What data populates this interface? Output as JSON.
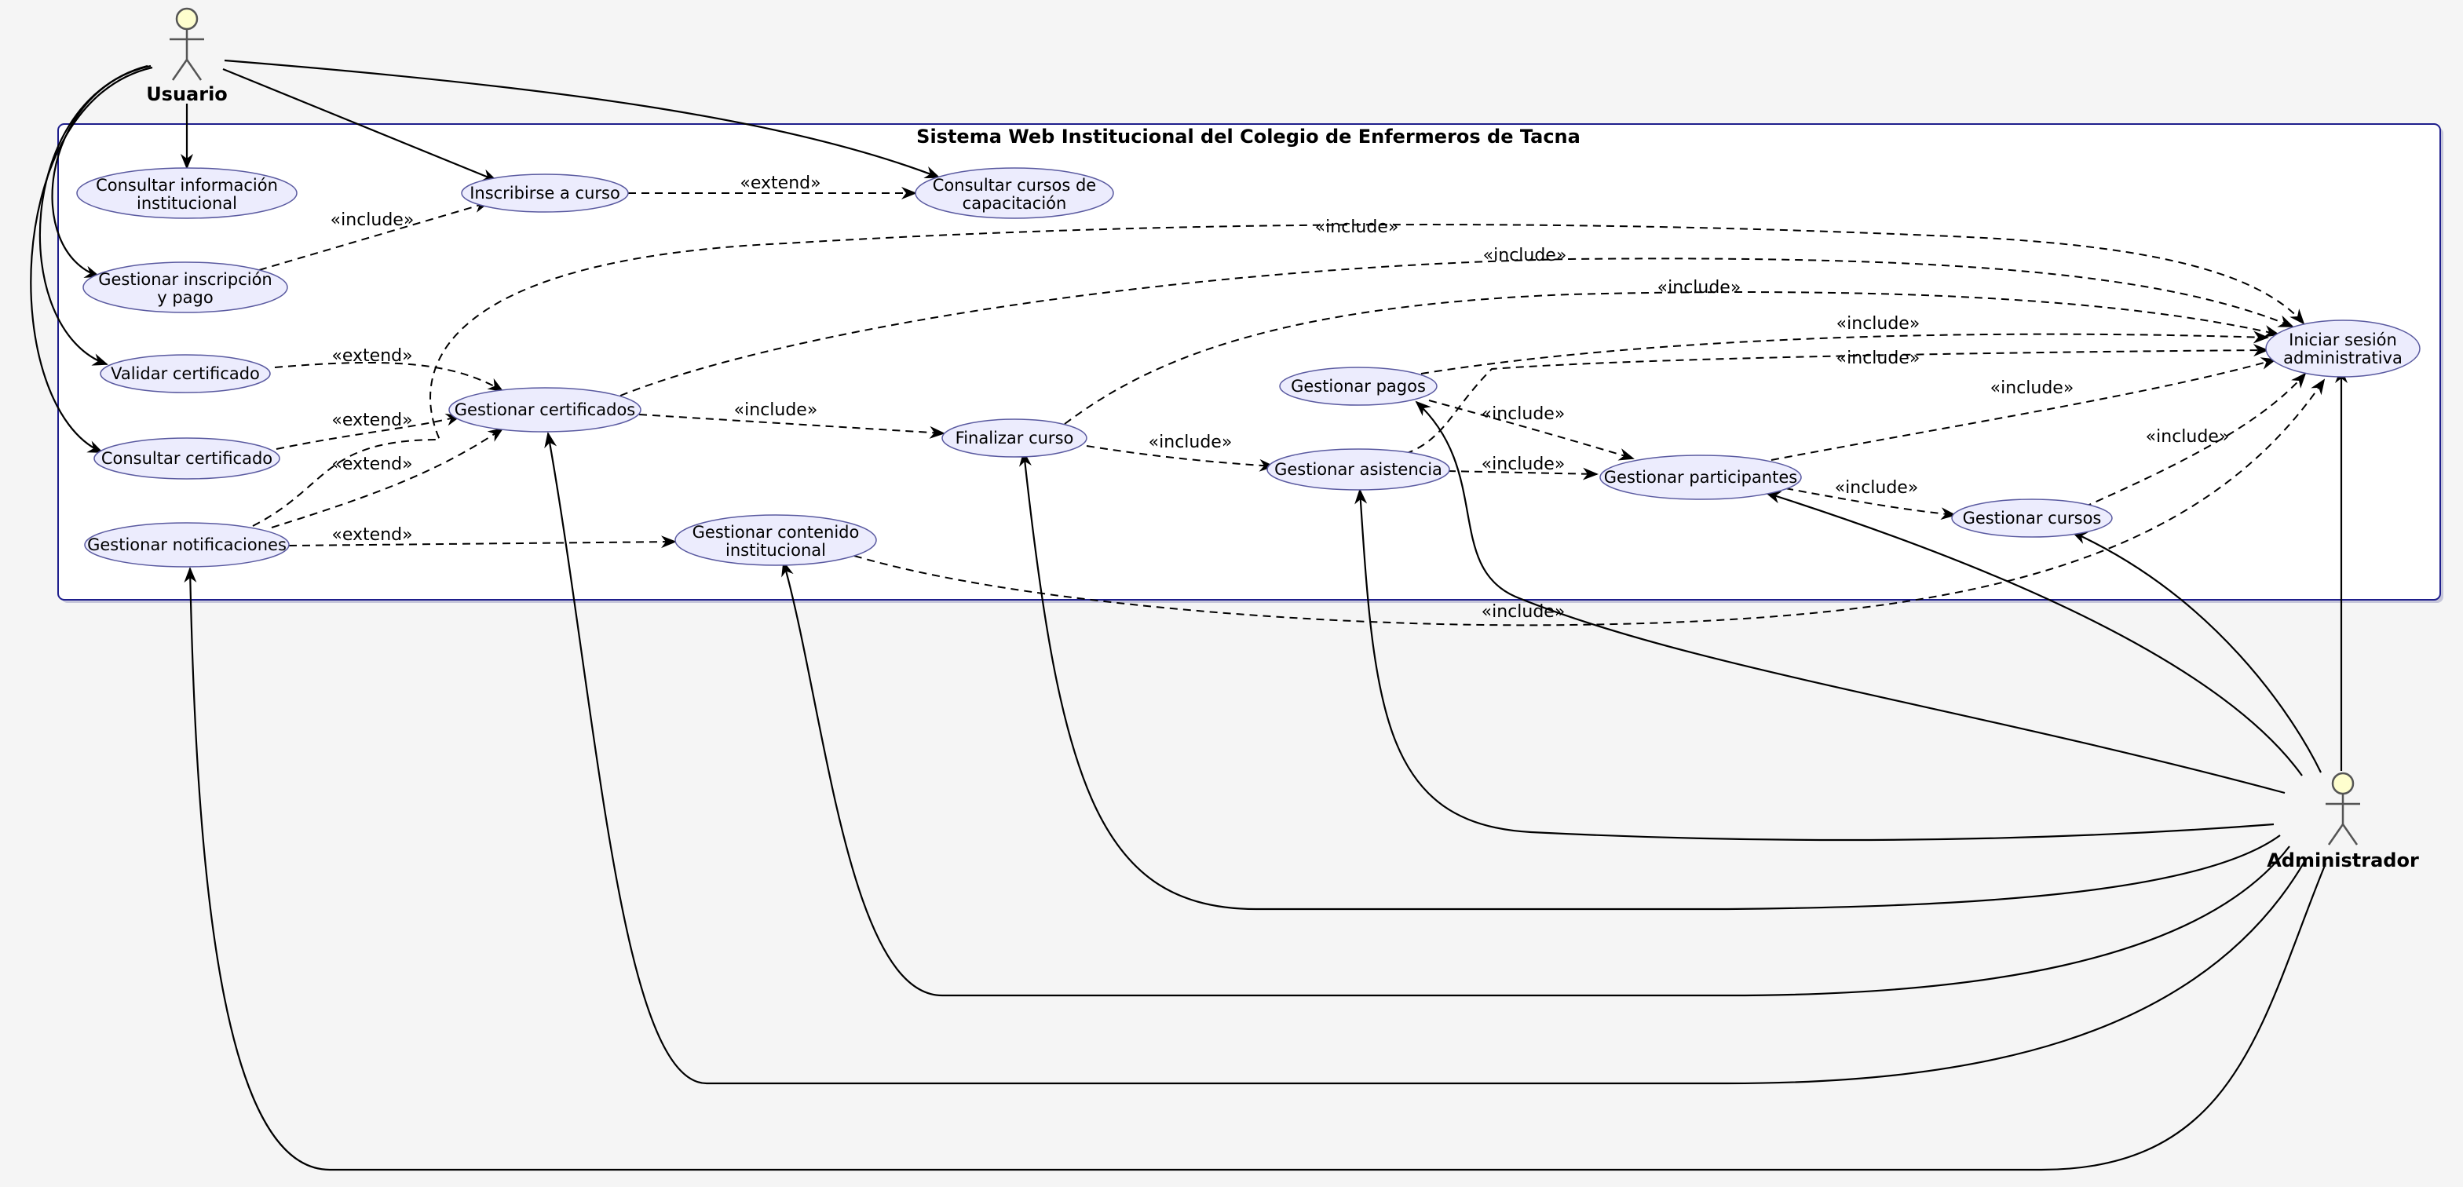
{
  "system": {
    "title": "Sistema Web Institucional del Colegio de Enfermeros de Tacna"
  },
  "actors": {
    "usuario": "Usuario",
    "administrador": "Administrador"
  },
  "use_cases": {
    "consultar_info": [
      "Consultar información",
      "institucional"
    ],
    "inscribirse": [
      "Inscribirse a curso"
    ],
    "consultar_cursos": [
      "Consultar cursos de",
      "capacitación"
    ],
    "gestionar_inscripcion": [
      "Gestionar inscripción",
      "y pago"
    ],
    "validar_certificado": [
      "Validar certificado"
    ],
    "consultar_certificado": [
      "Consultar certificado"
    ],
    "gestionar_certificados": [
      "Gestionar certificados"
    ],
    "gestionar_notificaciones": [
      "Gestionar notificaciones"
    ],
    "gestionar_contenido": [
      "Gestionar contenido",
      "institucional"
    ],
    "finalizar_curso": [
      "Finalizar curso"
    ],
    "gestionar_pagos": [
      "Gestionar pagos"
    ],
    "gestionar_asistencia": [
      "Gestionar asistencia"
    ],
    "gestionar_participantes": [
      "Gestionar participantes"
    ],
    "gestionar_cursos": [
      "Gestionar cursos"
    ],
    "iniciar_sesion": [
      "Iniciar sesión",
      "administrativa"
    ]
  },
  "relations": {
    "include": "«include»",
    "extend": "«extend»"
  }
}
